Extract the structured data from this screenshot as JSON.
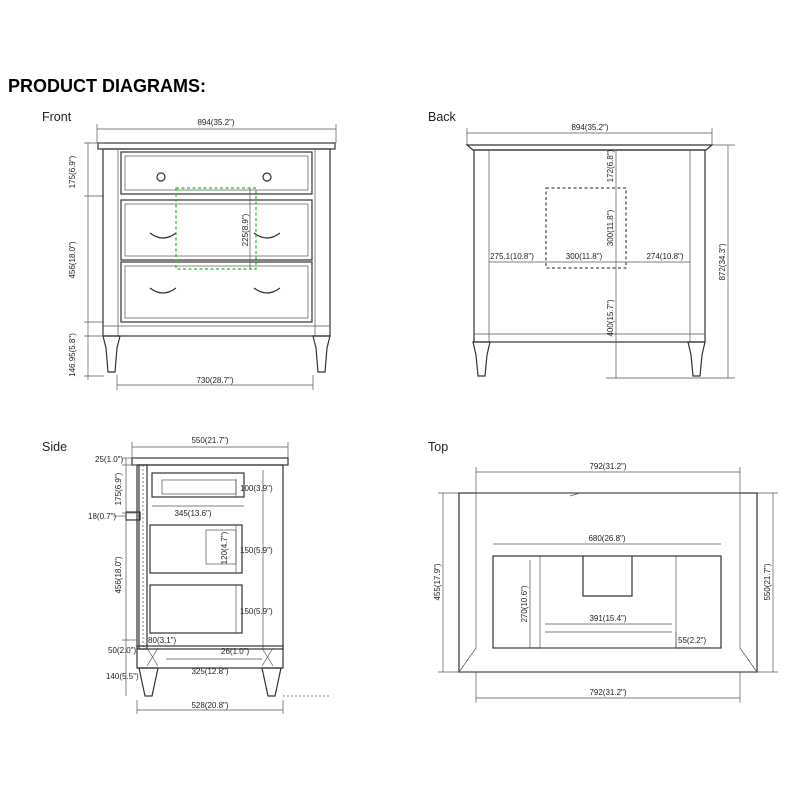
{
  "page_title": "PRODUCT DIAGRAMS:",
  "views": {
    "front": {
      "label": "Front",
      "dims": {
        "width_top": "894(35.2\")",
        "drawer_top_h": "175(6.9\")",
        "drawers_h": "456(18.0\")",
        "leg_h": "146.95(5.8\")",
        "inner_box_h": "225(8.9\")",
        "base_w": "730(28.7\")"
      }
    },
    "back": {
      "label": "Back",
      "dims": {
        "width_top": "894(35.2\")",
        "top_gap": "172(6.8\")",
        "cutout_h": "300(11.8\")",
        "left_w": "275.1(10.8\")",
        "cutout_w": "300(11.8\")",
        "right_w": "274(10.8\")",
        "bottom_h": "400(15.7\")",
        "total_h": "872(34.3\")"
      }
    },
    "side": {
      "label": "Side",
      "dims": {
        "depth_top": "550(21.7\")",
        "top_thk": "25(1.0\")",
        "drawer_top_h": "175(6.9\")",
        "d1_h": "100(3.9\")",
        "d1_depth": "345(13.6\")",
        "side_thk": "18(0.7\")",
        "d2_inner": "120(4.7\")",
        "d2_h": "150(5.9\")",
        "lower_h": "456(18.0\")",
        "d3_h": "150(5.9\")",
        "small_80": "80(3.1\")",
        "rail_50": "50(2.0\")",
        "rail_26": "26(1.0\")",
        "shelf_depth": "325(12.8\")",
        "leg_h": "140(5.5\")",
        "base_depth": "528(20.8\")"
      }
    },
    "top": {
      "label": "Top",
      "dims": {
        "width_top": "792(31.2\")",
        "inner_w": "680(26.8\")",
        "depth_left": "455(17.9\")",
        "depth_right": "550(21.7\")",
        "inner_h": "270(10.6\")",
        "shelf_w": "391(15.4\")",
        "rail_55": "55(2.2\")",
        "width_bottom": "792(31.2\")"
      }
    }
  }
}
